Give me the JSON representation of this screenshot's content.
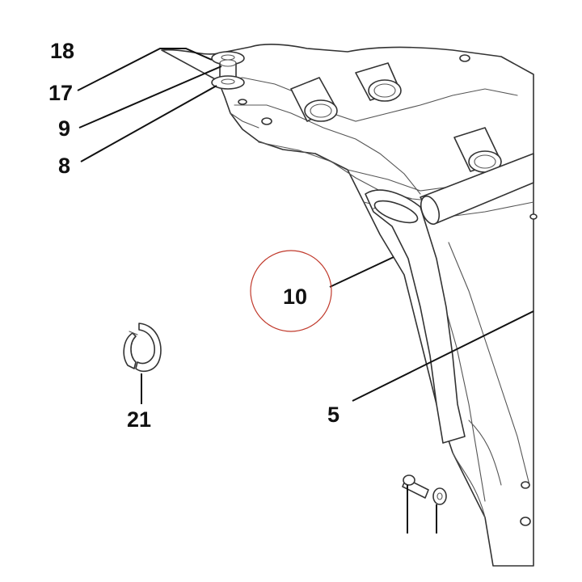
{
  "callouts": {
    "c18": "18",
    "c17": "17",
    "c9": "9",
    "c8": "8",
    "c10": "10",
    "c5": "5",
    "c21": "21"
  },
  "colors": {
    "highlight_circle": "#c0392b",
    "ink": "#111111",
    "line_art": "#333333"
  },
  "icons": {
    "highlight": "red-circle-highlight"
  }
}
